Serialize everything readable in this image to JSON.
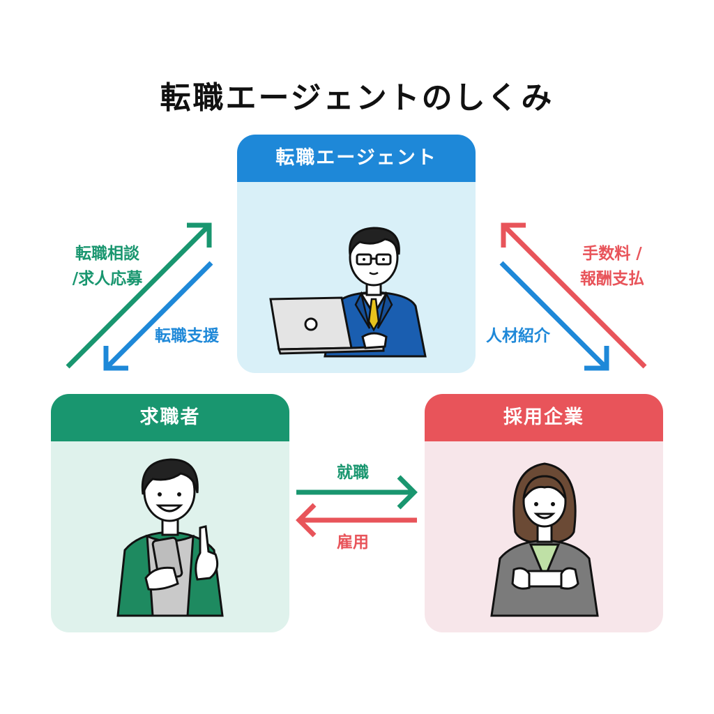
{
  "title": "転職エージェントのしくみ",
  "colors": {
    "blue": "#1e88d8",
    "green": "#19966f",
    "red": "#e8545a",
    "blue_bg": "#d9f0f8",
    "green_bg": "#dff2ec",
    "red_bg": "#f7e6ea"
  },
  "nodes": {
    "agent": {
      "label": "転職エージェント",
      "icon": "agent-man-laptop-icon"
    },
    "seeker": {
      "label": "求職者",
      "icon": "job-seeker-smartphone-icon"
    },
    "company": {
      "label": "採用企業",
      "icon": "company-woman-card-icon"
    }
  },
  "edges": {
    "seeker_to_agent": {
      "line1": "転職相談",
      "line2": "/求人応募"
    },
    "agent_to_seeker": {
      "label": "転職支援"
    },
    "company_to_agent": {
      "line1": "手数料 /",
      "line2": "報酬支払"
    },
    "agent_to_company": {
      "label": "人材紹介"
    },
    "seeker_to_company": {
      "label": "就職"
    },
    "company_to_seeker": {
      "label": "雇用"
    }
  }
}
